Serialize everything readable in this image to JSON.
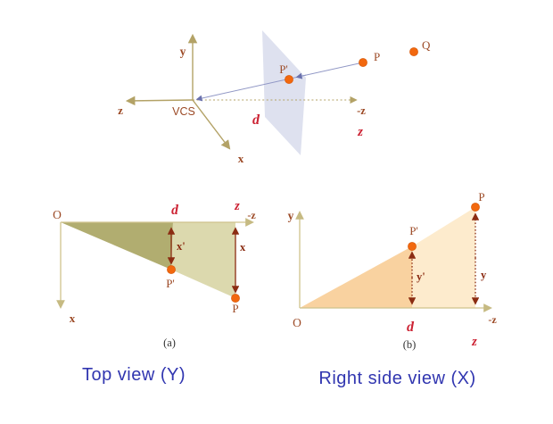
{
  "colors": {
    "point_orange": "#f2680e",
    "plane_lavender": "#dbdeee",
    "projection_blue": "#9097c5",
    "axis_tan_dark": "#b3a266",
    "axis_tan_light": "#cfc28c",
    "label_brown": "#9c4a26",
    "measure_red": "#8b2c12",
    "italic_red": "#cc2233",
    "olive_dark": "#b1ad70",
    "olive_light": "#dcd9ae",
    "peach_dark": "#f9d2a0",
    "peach_light": "#fdebcd",
    "caption_blue": "#3136b0"
  },
  "perspective_3d": {
    "axes": {
      "y": "y",
      "z": "z",
      "neg_z": "-z",
      "x": "x"
    },
    "origin": "VCS",
    "points": {
      "p_prime": "P'",
      "p": "P",
      "q": "Q"
    },
    "plane_distance": "d",
    "depth": "z"
  },
  "top_view": {
    "title": "Top view (Y)",
    "origin": "O",
    "axes": {
      "neg_z": "-z",
      "x": "x"
    },
    "plane_distance": "d",
    "depth": "z",
    "measures": {
      "x_prime": "x'",
      "x": "x"
    },
    "points": {
      "p_prime": "P'",
      "p": "P"
    },
    "caption": "(a)"
  },
  "side_view": {
    "title": "Right side view (X)",
    "origin": "O",
    "axes": {
      "y": "y",
      "neg_z": "-z"
    },
    "plane_distance": "d",
    "depth": "z",
    "measures": {
      "y_prime": "y'",
      "y": "y"
    },
    "points": {
      "p_prime": "P'",
      "p": "P"
    },
    "caption": "(b)"
  }
}
